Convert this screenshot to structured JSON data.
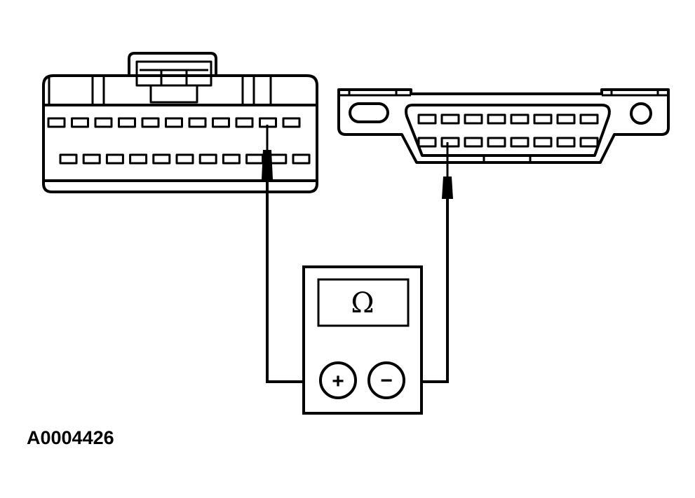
{
  "figure_id": "A0004426",
  "meter": {
    "display_symbol": "Ω",
    "positive_symbol": "+",
    "negative_symbol": "−"
  },
  "left_connector": {
    "top_row_pins": 11,
    "bottom_row_pins": 11,
    "probed_row": "top",
    "probed_pin_index": 9
  },
  "right_connector": {
    "top_row_pins": 8,
    "bottom_row_pins": 8,
    "probed_row": "bottom",
    "probed_pin_index": 1
  }
}
